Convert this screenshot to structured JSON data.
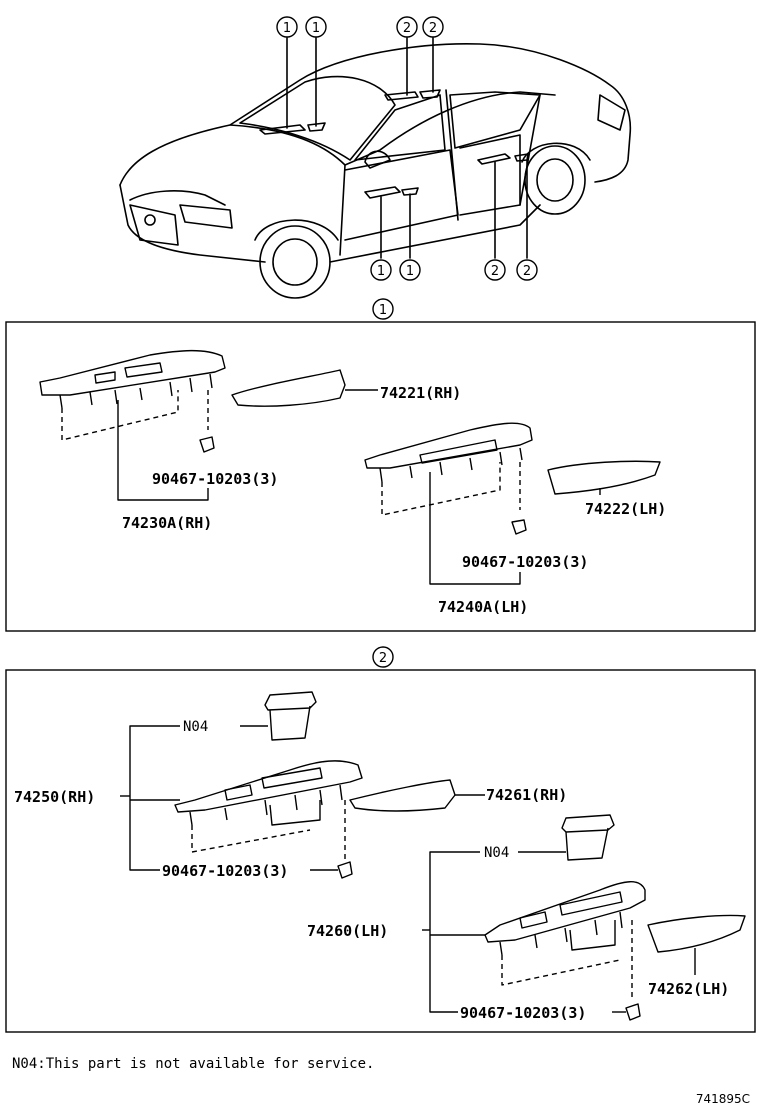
{
  "diagram": {
    "callout_markers": {
      "one": "1",
      "two": "2"
    },
    "section1": {
      "marker": "1",
      "labels": {
        "p74221": "74221(RH)",
        "p90467_a": "90467-10203(3)",
        "p74230a": "74230A(RH)",
        "p74222": "74222(LH)",
        "p90467_b": "90467-10203(3)",
        "p74240a": "74240A(LH)"
      }
    },
    "section2": {
      "marker": "2",
      "labels": {
        "n04_a": "N04",
        "p74250": "74250(RH)",
        "p74261": "74261(RH)",
        "p90467_a": "90467-10203(3)",
        "n04_b": "N04",
        "p74260": "74260(LH)",
        "p74262": "74262(LH)",
        "p90467_b": "90467-10203(3)"
      }
    },
    "footnote": "N04:This part is not available for service.",
    "drawing_code": "741895C"
  }
}
